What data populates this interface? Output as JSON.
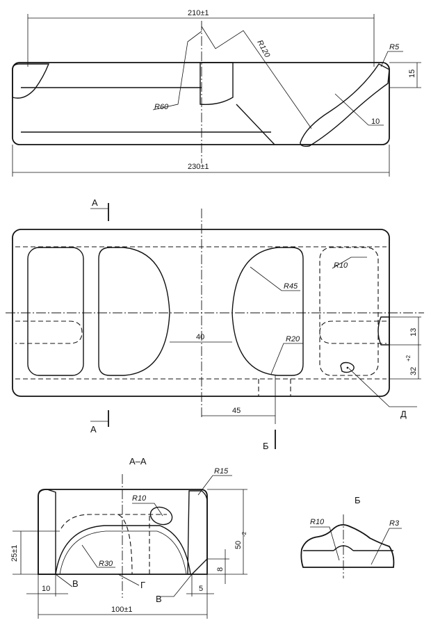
{
  "top_view": {
    "dim_top": "210±1",
    "dim_bottom": "230±1",
    "r120": "R120",
    "r5": "R5",
    "r60": "R60",
    "dim_15": "15",
    "dim_10": "10"
  },
  "plan_view": {
    "section_letter": "А",
    "r10": "R10",
    "r45": "R45",
    "r20": "R20",
    "dim_40": "40",
    "dim_45": "45",
    "dim_13": "13",
    "dim_32": "32",
    "dim_32_tol": "+2",
    "view_b": "Б",
    "label_d": "Д"
  },
  "section_aa": {
    "title": "А–А",
    "r15": "R15",
    "r10": "R10",
    "r30": "R30",
    "dim_25": "25±1",
    "dim_50": "50",
    "dim_50_tol": "-2",
    "dim_8": "8",
    "dim_10": "10",
    "dim_5": "5",
    "dim_100": "100±1",
    "label_v1": "В",
    "label_g": "Г",
    "label_v2": "В"
  },
  "view_b": {
    "title": "Б",
    "r10": "R10",
    "r3": "R3"
  }
}
